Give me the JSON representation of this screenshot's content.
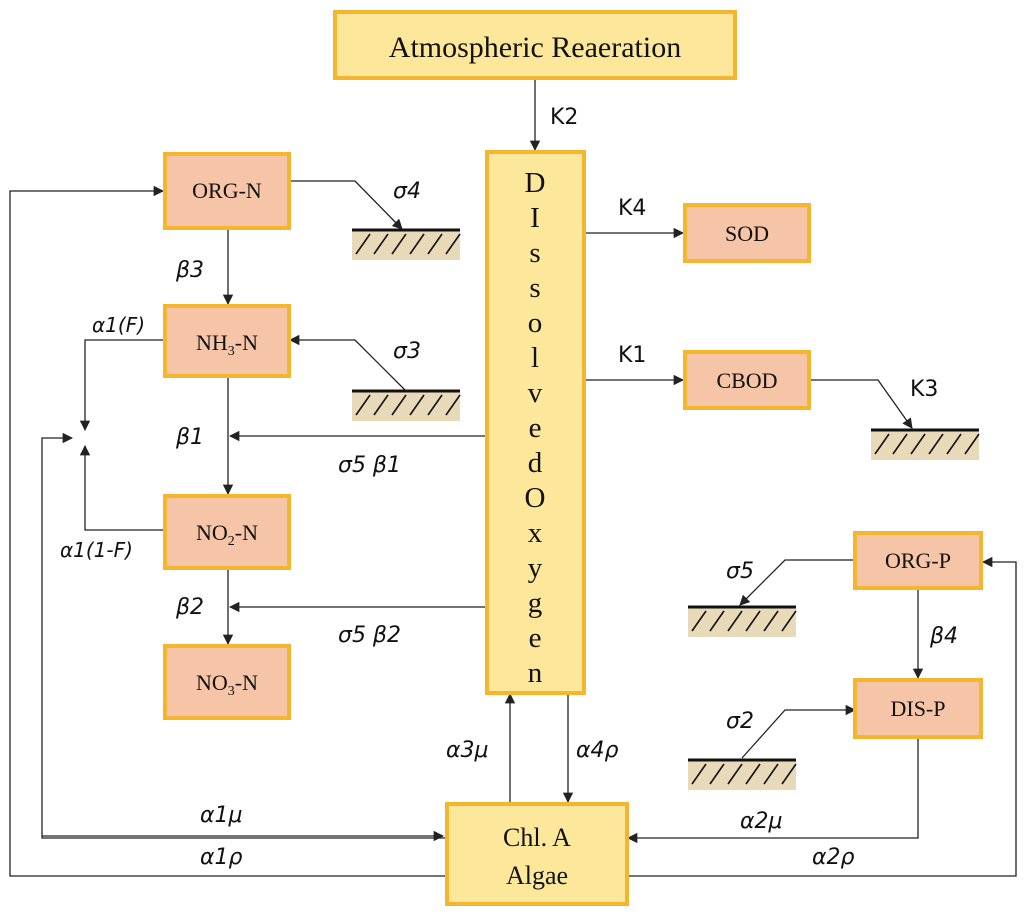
{
  "nodes": {
    "atm_reaeration": "Atmospheric Reaeration",
    "dissolved_oxygen": [
      "D",
      "I",
      "s",
      "s",
      "o",
      "l",
      "v",
      "e",
      "d",
      "",
      "O",
      "x",
      "y",
      "g",
      "e",
      "n"
    ],
    "org_n": "ORG-N",
    "nh3_n": {
      "a": "NH",
      "sub": "3",
      "b": "-N"
    },
    "no2_n": {
      "a": "NO",
      "sub": "2",
      "b": "-N"
    },
    "no3_n": {
      "a": "NO",
      "sub": "3",
      "b": "-N"
    },
    "sod": "SOD",
    "cbod": "CBOD",
    "org_p": "ORG-P",
    "dis_p": "DIS-P",
    "algae_line1": "Chl. A",
    "algae_line2": "Algae"
  },
  "labels": {
    "k2": "K2",
    "k4": "K4",
    "k1": "K1",
    "k3": "K3",
    "sigma4": "σ4",
    "sigma3": "σ3",
    "sigma5": "σ5",
    "sigma2": "σ2",
    "beta3": "β3",
    "beta1": "β1",
    "beta2": "β2",
    "beta4": "β4",
    "alpha1_f": "α1(F)",
    "alpha1_1mf": "α1(1-F)",
    "sigma5_beta1": "σ5 β1",
    "sigma5_beta2": "σ5 β2",
    "alpha3_mu": "α3μ",
    "alpha4_rho": "α4ρ",
    "alpha1_mu": "α1μ",
    "alpha1_rho": "α1ρ",
    "alpha2_mu": "α2μ",
    "alpha2_rho": "α2ρ"
  }
}
